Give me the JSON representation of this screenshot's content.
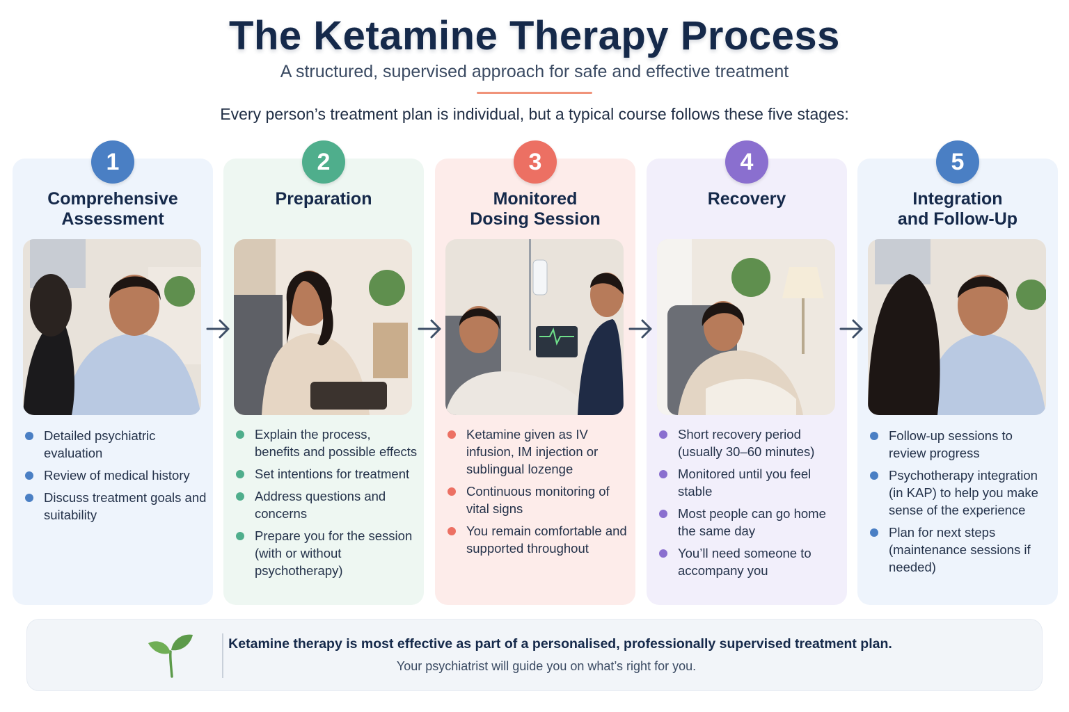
{
  "header": {
    "title": "The Ketamine Therapy Process",
    "subtitle": "A structured, supervised approach for safe and effective treatment",
    "intro": "Every person’s treatment plan is individual, but a typical course follows these five stages:"
  },
  "stages": [
    {
      "number": "1",
      "title": "Comprehensive\nAssessment",
      "color": "#4a7fc4",
      "bg": "#eef4fc",
      "photo_icon": "doctor-consultation-photo",
      "bullets": [
        "Detailed psychiatric evaluation",
        "Review of medical history",
        "Discuss treatment goals and suitability"
      ]
    },
    {
      "number": "2",
      "title": "Preparation",
      "color": "#4fae8c",
      "bg": "#eef7f2",
      "photo_icon": "patient-preparing-photo",
      "bullets": [
        "Explain the process, benefits and possible effects",
        "Set intentions for treatment",
        "Address questions and concerns",
        "Prepare you for the session (with or without psychotherapy)"
      ]
    },
    {
      "number": "3",
      "title": "Monitored\nDosing Session",
      "color": "#ec7063",
      "bg": "#fdecea",
      "photo_icon": "iv-monitoring-photo",
      "bullets": [
        "Ketamine given as IV infusion, IM injection or sublingual lozenge",
        "Continuous monitoring of vital signs",
        "You remain comfortable and supported throughout"
      ]
    },
    {
      "number": "4",
      "title": "Recovery",
      "color": "#8a6fcf",
      "bg": "#f2effb",
      "photo_icon": "patient-resting-photo",
      "bullets": [
        "Short recovery period (usually 30–60 minutes)",
        "Monitored until you feel stable",
        "Most people can go home the same day",
        "You’ll need someone to accompany you"
      ]
    },
    {
      "number": "5",
      "title": "Integration\nand Follow-Up",
      "color": "#4a7fc4",
      "bg": "#eef4fc",
      "photo_icon": "follow-up-session-photo",
      "bullets": [
        "Follow-up sessions to review progress",
        "Psychotherapy integration (in KAP) to help you make sense of the experience",
        "Plan for next steps (maintenance sessions if needed)"
      ]
    }
  ],
  "footer": {
    "icon": "sprout-icon",
    "line1": "Ketamine therapy is most effective as part of a personalised, professionally supervised treatment plan.",
    "line2": "Your psychiatrist will guide you on what’s right for you."
  }
}
